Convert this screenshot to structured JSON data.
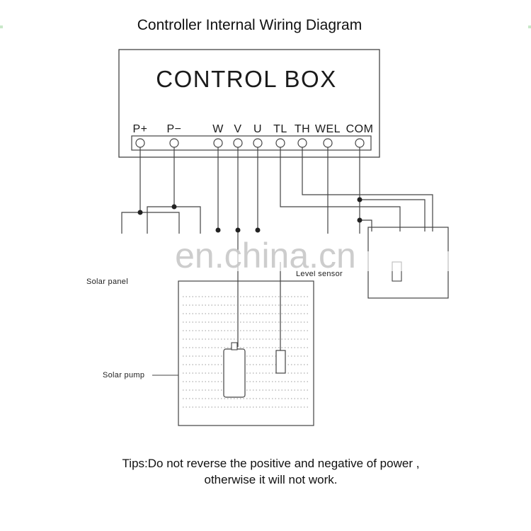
{
  "title": "Controller Internal Wiring Diagram",
  "control_box": {
    "label": "CONTROL BOX",
    "terminals": [
      "P+",
      "P−",
      "W",
      "V",
      "U",
      "TL",
      "TH",
      "WEL",
      "COM"
    ]
  },
  "labels": {
    "solar_panel": "Solar panel",
    "solar_pump": "Solar pump",
    "level_sensor": "Level sensor"
  },
  "watermark": "en.china.cn",
  "tips": {
    "line1": "Tips:Do not reverse the positive and negative of power ,",
    "line2": "otherwise it will not work."
  },
  "colors": {
    "line": "#444444",
    "water_dots": "#9a9a9a",
    "watermark": "#c8c8c8"
  }
}
